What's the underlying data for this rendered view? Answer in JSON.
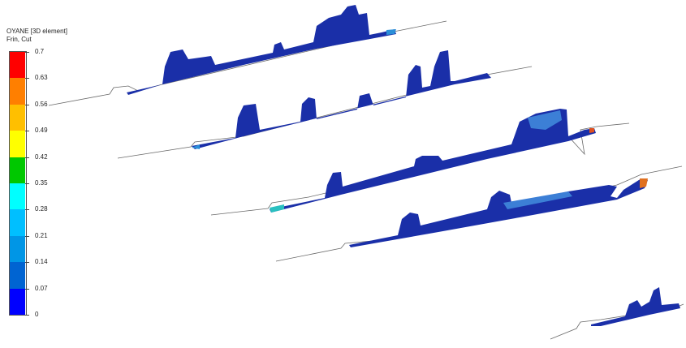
{
  "legend": {
    "title": "OYANE [3D element]",
    "subtitle": "Frin, Cut",
    "levels": [
      "0.7",
      "0.63",
      "0.56",
      "0.49",
      "0.42",
      "0.35",
      "0.28",
      "0.21",
      "0.14",
      "0.07",
      "0"
    ],
    "colors": [
      "#ff0000",
      "#ff7f00",
      "#ffbf00",
      "#ffff00",
      "#00c800",
      "#00ffff",
      "#00bfff",
      "#0096e6",
      "#0064d2",
      "#0000ff"
    ]
  },
  "model": {
    "fill_color": "#1e2fa0",
    "edge_color": "#555555"
  }
}
